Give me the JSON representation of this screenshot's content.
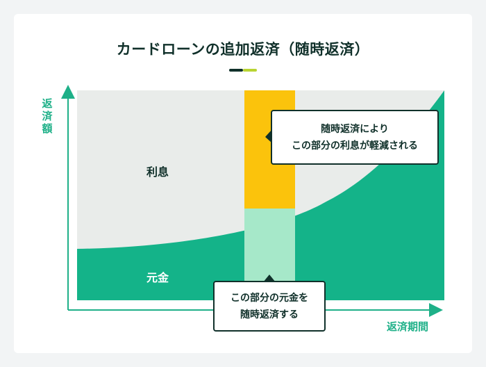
{
  "title": "カードローンの追加返済（随時返済）",
  "axes": {
    "y_label": "返済額",
    "x_label": "返済期間"
  },
  "regions": {
    "interest_label": "利息",
    "principal_label": "元金"
  },
  "callouts": {
    "interest_reduction": [
      "随時返済により",
      "この部分の利息が軽減される"
    ],
    "principal_prepay": [
      "この部分の元金を",
      "随時返済する"
    ]
  },
  "colors": {
    "background": "#f2f4f5",
    "interest_area": "#e9ecea",
    "principal_area": "#14b389",
    "highlight_interest": "#fbc30c",
    "highlight_principal": "#a6e8c9",
    "axis": "#1eb088",
    "text_dark": "#10302a",
    "accent_lime": "#b8d432"
  }
}
